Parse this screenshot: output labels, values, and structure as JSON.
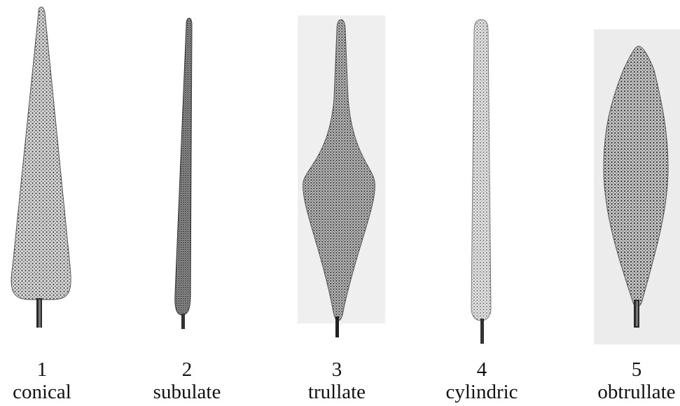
{
  "items": [
    {
      "number": "1",
      "name": "conical"
    },
    {
      "number": "2",
      "name": "subulate"
    },
    {
      "number": "3",
      "name": "trullate"
    },
    {
      "number": "4",
      "name": "cylindric"
    },
    {
      "number": "5",
      "name": "obtrullate"
    }
  ]
}
